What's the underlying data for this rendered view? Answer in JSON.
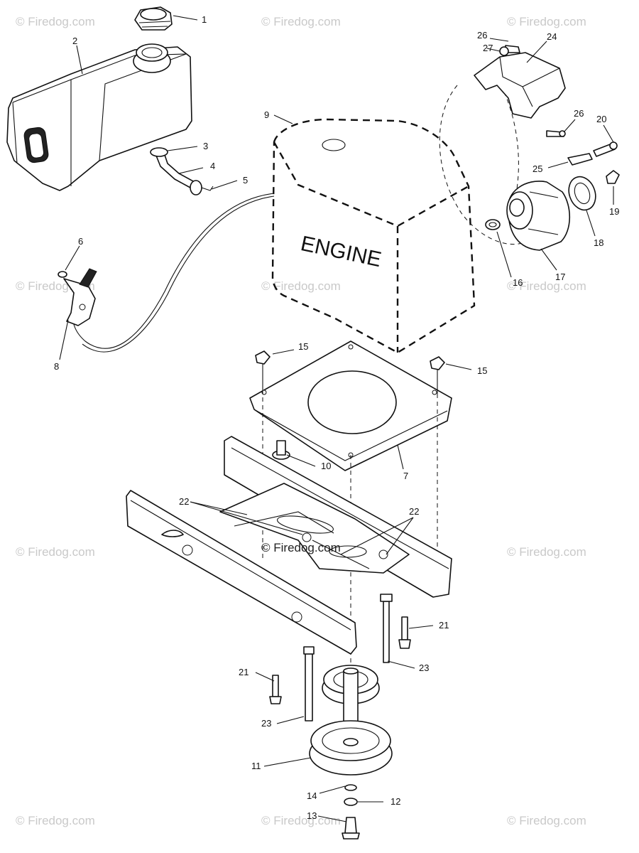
{
  "watermarks": [
    "© Firedog.com",
    "© Firedog.com",
    "© Firedog.com",
    "© Firedog.com",
    "© Firedog.com",
    "© Firedog.com",
    "© Firedog.com",
    "© Firedog.com",
    "© Firedog.com",
    "© Firedog.com",
    "© Firedog.com"
  ],
  "engine_label": "ENGINE",
  "callouts": {
    "c1": "1",
    "c2": "2",
    "c3": "3",
    "c4": "4",
    "c5": "5",
    "c6": "6",
    "c7": "7",
    "c8": "8",
    "c9": "9",
    "c10": "10",
    "c11": "11",
    "c12": "12",
    "c13": "13",
    "c14": "14",
    "c15a": "15",
    "c15b": "15",
    "c16": "16",
    "c17": "17",
    "c18": "18",
    "c19": "19",
    "c20": "20",
    "c21a": "21",
    "c21b": "21",
    "c22a": "22",
    "c22b": "22",
    "c23a": "23",
    "c23b": "23",
    "c24": "24",
    "c25": "25",
    "c26a": "26",
    "c26b": "26",
    "c27": "27"
  }
}
